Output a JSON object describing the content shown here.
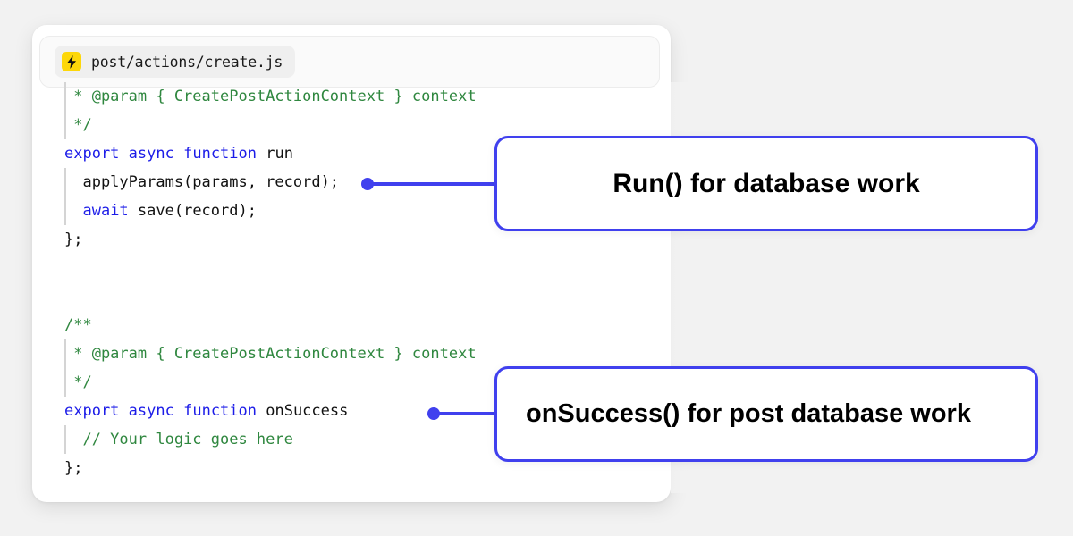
{
  "window": {
    "background_color": "#f2f2f2"
  },
  "editor": {
    "tab": {
      "icon": "lightning-bolt-icon",
      "icon_background": "#fdd709",
      "file_name": "post/actions/create.js"
    },
    "colors": {
      "keyword": "#1c1ce8",
      "comment": "#2f873f",
      "identifier": "#111111",
      "accent": "#4040ee"
    },
    "code_lines": [
      {
        "indent_guide": true,
        "tokens": [
          {
            "text": " * @param { CreatePostActionContext } context",
            "type": "comment"
          }
        ]
      },
      {
        "indent_guide": true,
        "tokens": [
          {
            "text": " */",
            "type": "comment"
          }
        ]
      },
      {
        "indent_guide": false,
        "tokens": [
          {
            "text": "export",
            "type": "keyword"
          },
          {
            "text": " ",
            "type": "plain"
          },
          {
            "text": "async",
            "type": "keyword"
          },
          {
            "text": " ",
            "type": "plain"
          },
          {
            "text": "function",
            "type": "keyword"
          },
          {
            "text": " run",
            "type": "identifier"
          }
        ]
      },
      {
        "indent_guide": true,
        "tokens": [
          {
            "text": "  applyParams(params, record);",
            "type": "identifier"
          }
        ]
      },
      {
        "indent_guide": true,
        "tokens": [
          {
            "text": "  ",
            "type": "plain"
          },
          {
            "text": "await",
            "type": "keyword"
          },
          {
            "text": " save(record);",
            "type": "identifier"
          }
        ]
      },
      {
        "indent_guide": false,
        "tokens": [
          {
            "text": "};",
            "type": "identifier"
          }
        ]
      },
      {
        "blank": true,
        "indent_guide": false,
        "tokens": []
      },
      {
        "blank": true,
        "indent_guide": false,
        "tokens": []
      },
      {
        "indent_guide": false,
        "tokens": [
          {
            "text": "/**",
            "type": "comment"
          }
        ]
      },
      {
        "indent_guide": true,
        "tokens": [
          {
            "text": " * @param { CreatePostActionContext } context",
            "type": "comment"
          }
        ]
      },
      {
        "indent_guide": true,
        "tokens": [
          {
            "text": " */",
            "type": "comment"
          }
        ]
      },
      {
        "indent_guide": false,
        "tokens": [
          {
            "text": "export",
            "type": "keyword"
          },
          {
            "text": " ",
            "type": "plain"
          },
          {
            "text": "async",
            "type": "keyword"
          },
          {
            "text": " ",
            "type": "plain"
          },
          {
            "text": "function",
            "type": "keyword"
          },
          {
            "text": " onSuccess",
            "type": "identifier"
          }
        ]
      },
      {
        "indent_guide": true,
        "tokens": [
          {
            "text": "  // Your logic goes here",
            "type": "comment"
          }
        ]
      },
      {
        "indent_guide": false,
        "tokens": [
          {
            "text": "};",
            "type": "identifier"
          }
        ]
      }
    ]
  },
  "callouts": [
    {
      "id": "run",
      "text": "Run() for database work",
      "border_color": "#4040ee"
    },
    {
      "id": "onsuccess",
      "text": "onSuccess() for post database work",
      "border_color": "#4040ee"
    }
  ]
}
